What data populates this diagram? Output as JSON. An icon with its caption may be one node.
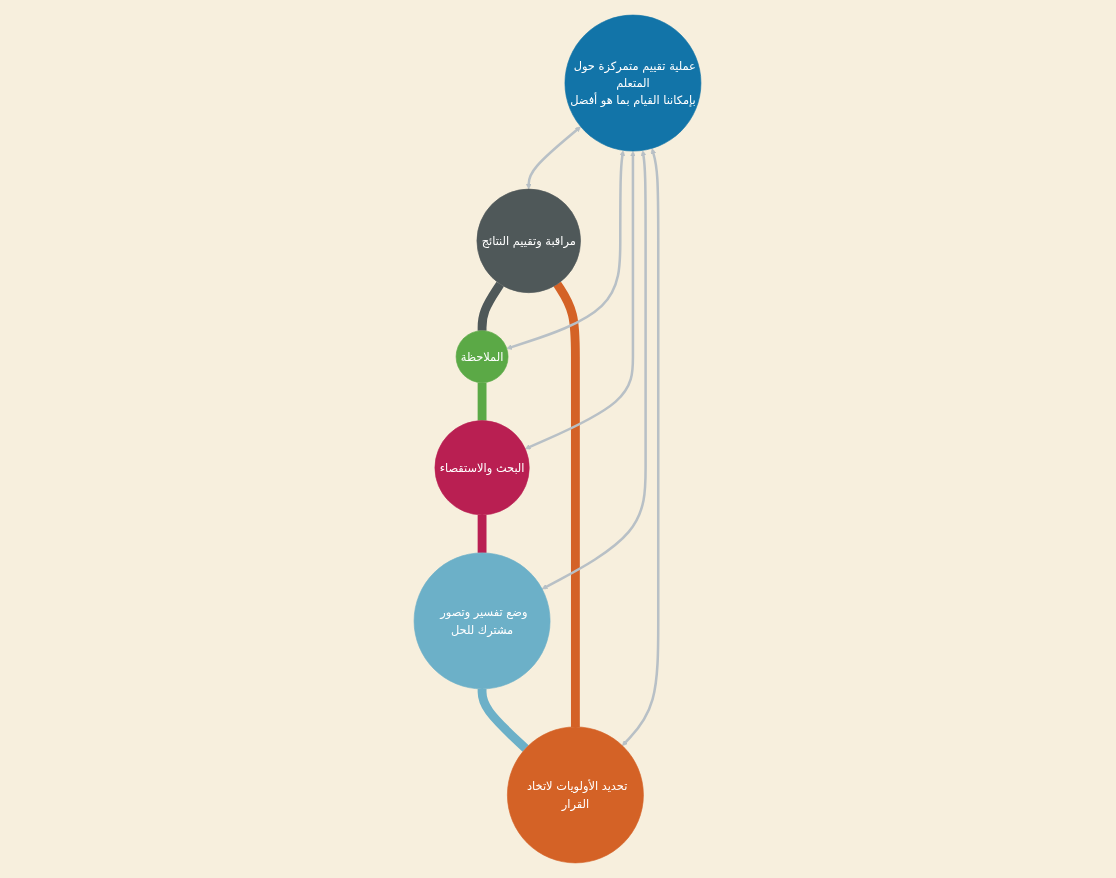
{
  "diagram": {
    "nodes": [
      {
        "text": [
          "مراقبة وتقييم النتائج"
        ]
      },
      {
        "text": [
          "تحديد الأولويات لاتخاد القرار"
        ]
      },
      {
        "text": [
          "عملية تقييم متمركزة حول المتعلم",
          "بإمكاننا القيام بما هو أفضل"
        ]
      },
      {
        "text": [
          "الملاحظة"
        ]
      },
      {
        "text": [
          "وضع تفسير وتصور مشترك للحل"
        ]
      },
      {
        "text": [
          "البحث والاستقصاء"
        ]
      }
    ],
    "edges": [
      {
        "from": 0,
        "to": 3,
        "arrow": "none",
        "style": "thick",
        "color": "#4f5859"
      },
      {
        "from": 3,
        "to": 5,
        "arrow": "none",
        "style": "thick",
        "color": "#5ba946"
      },
      {
        "from": 5,
        "to": 4,
        "arrow": "none",
        "style": "thick",
        "color": "#b91f52"
      },
      {
        "from": 4,
        "to": 1,
        "arrow": "none",
        "style": "thick",
        "color": "#6cb0c8"
      },
      {
        "from": 1,
        "to": 0,
        "arrow": "none",
        "style": "thick",
        "color": "#d46226"
      },
      {
        "from": 2,
        "to": 0,
        "arrow": "both"
      },
      {
        "from": 2,
        "to": 3,
        "arrow": "both"
      },
      {
        "from": 2,
        "to": 5,
        "arrow": "both"
      },
      {
        "from": 2,
        "to": 4,
        "arrow": "both"
      },
      {
        "from": 2,
        "to": 1,
        "arrow": "both"
      }
    ]
  }
}
